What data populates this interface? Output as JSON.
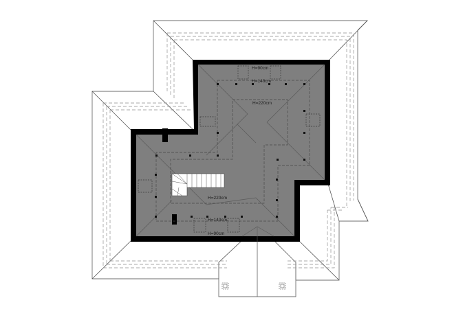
{
  "drawing": {
    "type": "attic roof floor plan",
    "colors": {
      "background": "#ffffff",
      "floor_fill": "#7f7f7f",
      "wall": "#000000",
      "roof_line": "#555555",
      "dashed_line": "#9a9a9a",
      "marker": "#111111"
    },
    "height_labels": {
      "north_h90": "H=90cm",
      "north_h140": "H=140cm",
      "north_h220": "H=220cm",
      "south_h220": "H=220cm",
      "south_h140": "H=140cm",
      "south_h90": "H=90cm"
    }
  }
}
